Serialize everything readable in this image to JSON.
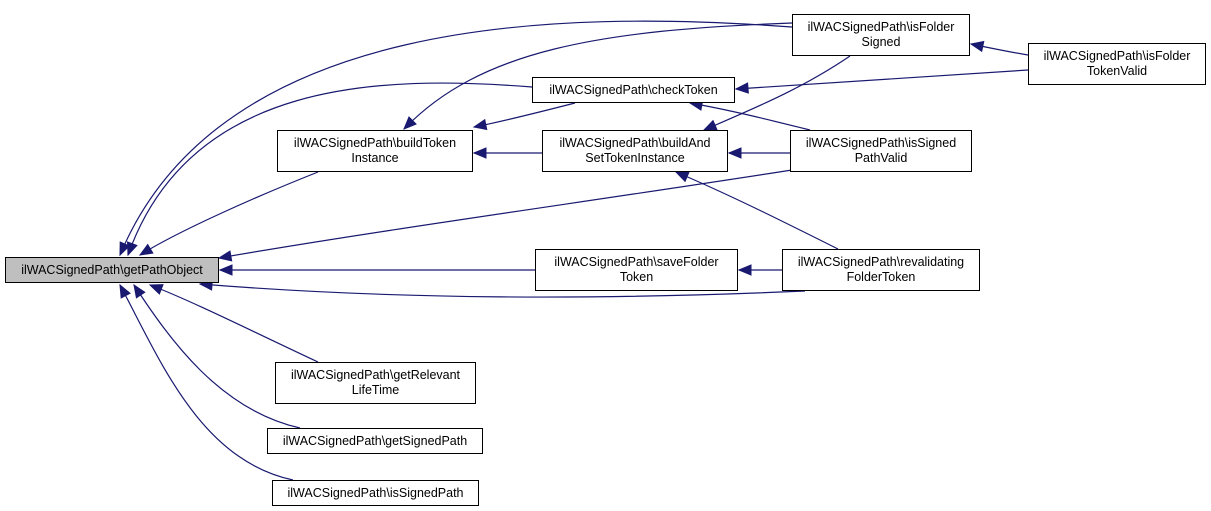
{
  "title": "ilWACSignedPath::getPathObject caller graph",
  "colors": {
    "edge": "#191970",
    "root_fill": "#bfbfbf",
    "node_fill": "#ffffff",
    "border": "#000000"
  },
  "nodes": {
    "getPathObject": {
      "label": "ilWACSignedPath\\getPathObject",
      "root": true
    },
    "buildTokenInstance": {
      "label": "ilWACSignedPath\\buildToken\nInstance"
    },
    "checkToken": {
      "label": "ilWACSignedPath\\checkToken"
    },
    "buildAndSetTokenInstance": {
      "label": "ilWACSignedPath\\buildAnd\nSetTokenInstance"
    },
    "saveFolderToken": {
      "label": "ilWACSignedPath\\saveFolder\nToken"
    },
    "isFolderSigned": {
      "label": "ilWACSignedPath\\isFolder\nSigned"
    },
    "isFolderTokenValid": {
      "label": "ilWACSignedPath\\isFolder\nTokenValid"
    },
    "isSignedPathValid": {
      "label": "ilWACSignedPath\\isSigned\nPathValid"
    },
    "revalidatingFolderToken": {
      "label": "ilWACSignedPath\\revalidating\nFolderToken"
    },
    "getRelevantLifeTime": {
      "label": "ilWACSignedPath\\getRelevant\nLifeTime"
    },
    "getSignedPath": {
      "label": "ilWACSignedPath\\getSignedPath"
    },
    "isSignedPath": {
      "label": "ilWACSignedPath\\isSignedPath"
    }
  },
  "edges": [
    {
      "from": "isFolderSigned",
      "to": "getPathObject"
    },
    {
      "from": "checkToken",
      "to": "getPathObject"
    },
    {
      "from": "buildTokenInstance",
      "to": "getPathObject"
    },
    {
      "from": "isSignedPathValid",
      "to": "getPathObject"
    },
    {
      "from": "saveFolderToken",
      "to": "getPathObject"
    },
    {
      "from": "revalidatingFolderToken",
      "to": "getPathObject"
    },
    {
      "from": "getRelevantLifeTime",
      "to": "getPathObject"
    },
    {
      "from": "getSignedPath",
      "to": "getPathObject"
    },
    {
      "from": "isSignedPath",
      "to": "getPathObject"
    },
    {
      "from": "isFolderSigned",
      "to": "buildTokenInstance"
    },
    {
      "from": "checkToken",
      "to": "buildTokenInstance"
    },
    {
      "from": "buildAndSetTokenInstance",
      "to": "buildTokenInstance"
    },
    {
      "from": "isFolderTokenValid",
      "to": "checkToken"
    },
    {
      "from": "isSignedPathValid",
      "to": "checkToken"
    },
    {
      "from": "isFolderSigned",
      "to": "buildAndSetTokenInstance"
    },
    {
      "from": "isSignedPathValid",
      "to": "buildAndSetTokenInstance"
    },
    {
      "from": "revalidatingFolderToken",
      "to": "buildAndSetTokenInstance"
    },
    {
      "from": "revalidatingFolderToken",
      "to": "saveFolderToken"
    },
    {
      "from": "isFolderTokenValid",
      "to": "isFolderSigned"
    }
  ]
}
